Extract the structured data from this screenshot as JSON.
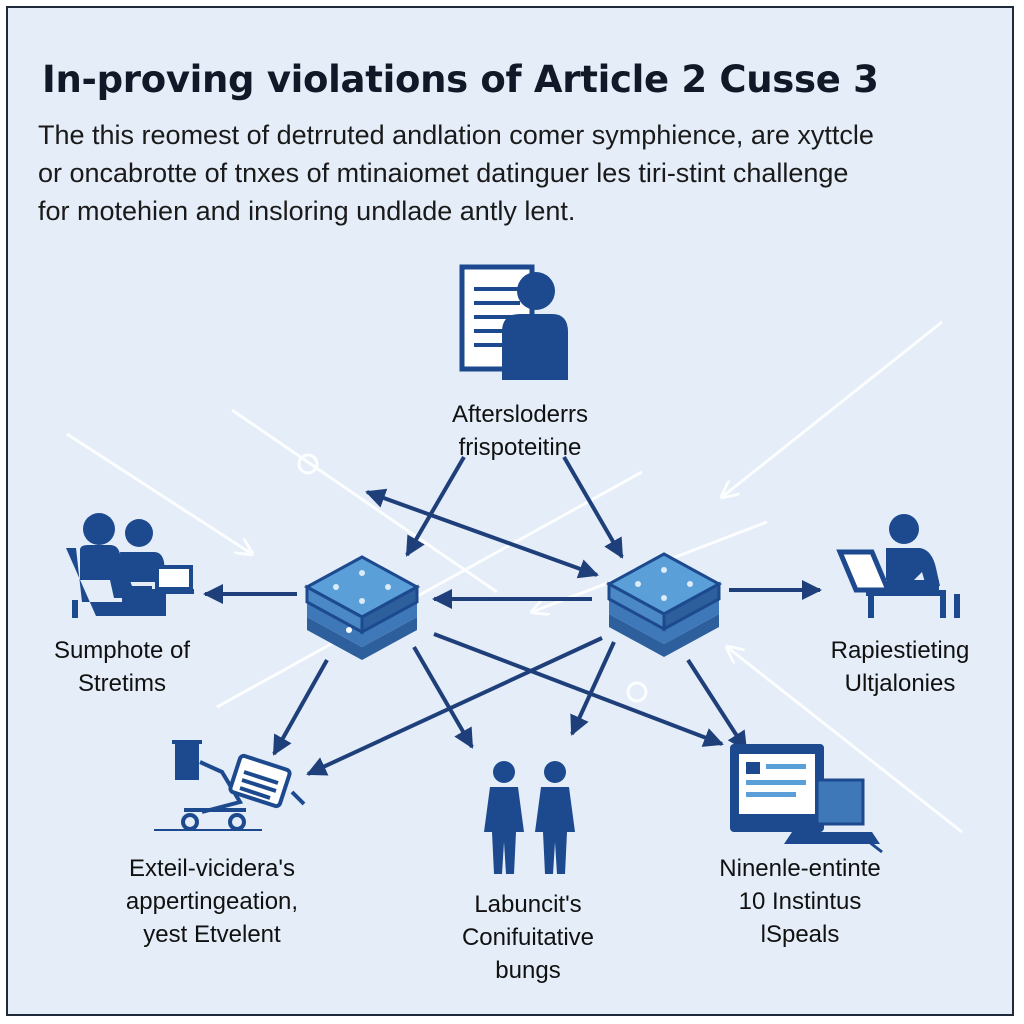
{
  "header": {
    "title": "In-proving violations of Article 2 Cusse 3",
    "intro_lines": [
      "The this reomest of detrruted andlation comer symphience, are xyttcle",
      "or oncabrotte of tnxes of mtinaiomet datinguer les tiri-stint challenge",
      "for motehien and insloring undlade antly lent."
    ]
  },
  "nodes": {
    "top": {
      "icon": "document-person-icon",
      "lines": [
        "Aftersloderrs",
        "frispoteitine"
      ]
    },
    "left": {
      "icon": "people-laptop-icon",
      "lines": [
        "Sumphote of",
        "Stretims"
      ]
    },
    "right": {
      "icon": "person-laptop-icon",
      "lines": [
        "Rapiestieting",
        "Ultjalonies"
      ]
    },
    "bottom_left": {
      "icon": "equipment-cart-icon",
      "lines": [
        "Exteil-vicidera's",
        "appertingeation,",
        "yest Etvelent"
      ]
    },
    "bottom_center": {
      "icon": "two-people-icon",
      "lines": [
        "Labuncit's",
        "Conifuitative",
        "bungs"
      ]
    },
    "bottom_right": {
      "icon": "computer-monitor-icon",
      "lines": [
        "Ninenle-entinte",
        "10 Instintus",
        "lSpeals"
      ]
    },
    "hub_left": {
      "icon": "server-hub-icon"
    },
    "hub_right": {
      "icon": "server-hub-icon"
    }
  },
  "colors": {
    "background": "#e4edf8",
    "primary": "#1f3f7a",
    "icon": "#1d4a8f",
    "hub_top": "#5a9fd8",
    "hub_side": "#2d5f9c",
    "faint_line": "#ffffff"
  }
}
